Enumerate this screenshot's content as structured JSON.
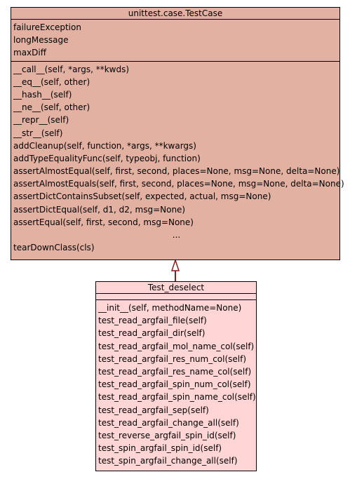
{
  "colors": {
    "parent_fill": "#e3b1a1",
    "child_fill": "#ffd5d5",
    "border": "#000000",
    "edge": "#8b1a1a"
  },
  "parent": {
    "title": "unittest.case.TestCase",
    "attributes": [
      "failureException",
      "longMessage",
      "maxDiff"
    ],
    "methods": [
      "__call__(self, *args, **kwds)",
      "__eq__(self, other)",
      "__hash__(self)",
      "__ne__(self, other)",
      "__repr__(self)",
      "__str__(self)",
      "addCleanup(self, function, *args, **kwargs)",
      "addTypeEqualityFunc(self, typeobj, function)",
      "assertAlmostEqual(self, first, second, places=None, msg=None, delta=None)",
      "assertAlmostEquals(self, first, second, places=None, msg=None, delta=None)",
      "assertDictContainsSubset(self, expected, actual, msg=None)",
      "assertDictEqual(self, d1, d2, msg=None)",
      "assertEqual(self, first, second, msg=None)"
    ],
    "ellipsis": "...",
    "last_method": "tearDownClass(cls)"
  },
  "child": {
    "title": "Test_deselect",
    "methods": [
      "__init__(self, methodName=None)",
      "test_read_argfail_file(self)",
      "test_read_argfail_dir(self)",
      "test_read_argfail_mol_name_col(self)",
      "test_read_argfail_res_num_col(self)",
      "test_read_argfail_res_name_col(self)",
      "test_read_argfail_spin_num_col(self)",
      "test_read_argfail_spin_name_col(self)",
      "test_read_argfail_sep(self)",
      "test_read_argfail_change_all(self)",
      "test_reverse_argfail_spin_id(self)",
      "test_spin_argfail_spin_id(self)",
      "test_spin_argfail_change_all(self)"
    ]
  }
}
